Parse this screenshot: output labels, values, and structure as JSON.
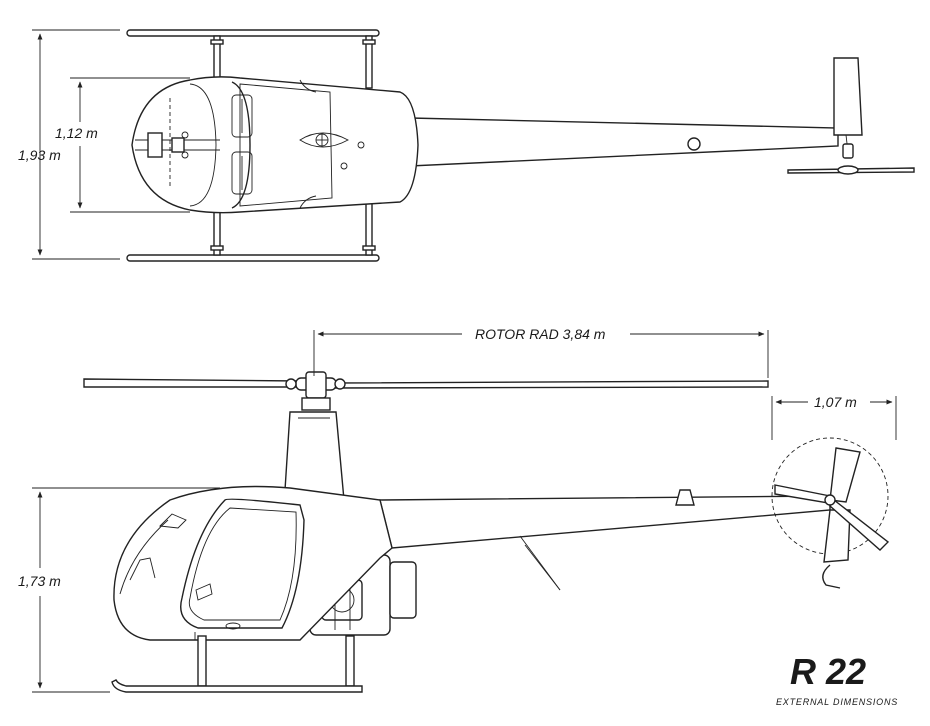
{
  "title": "R 22",
  "subtitle": "EXTERNAL DIMENSIONS",
  "dimensions": {
    "top_width_total": "1,93 m",
    "top_cabin_width": "1,12 m",
    "rotor_radius": "ROTOR RAD 3,84 m",
    "tail_rotor": "1,07 m",
    "height": "1,73 m"
  }
}
